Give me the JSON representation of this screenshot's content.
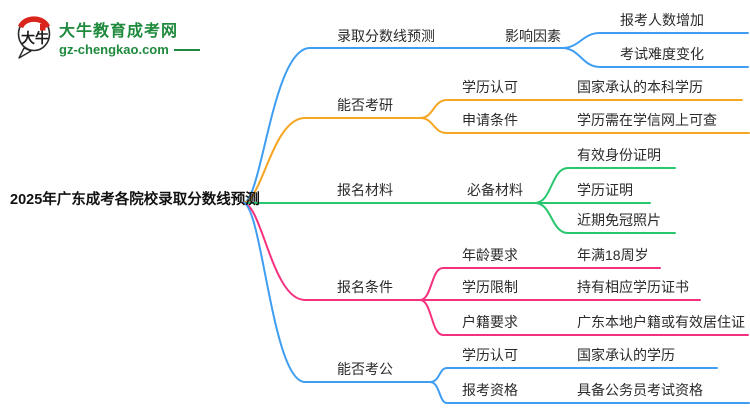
{
  "colors": {
    "c-blue": "#3f9ef2",
    "c-orange": "#f5a623",
    "c-green": "#28c76f",
    "c-pink": "#f5317f",
    "c-logo": "#1f8a3d"
  },
  "logo": {
    "icon_text": "大牛",
    "title": "大牛教育成考网",
    "domain": "gz-chengkao.com"
  },
  "mindmap": {
    "root": {
      "label": "2025年广东成考各院校录取分数线预测"
    },
    "branches": [
      {
        "label": "录取分数线预测",
        "color": "#3f9ef2",
        "children": [
          {
            "label": "影响因素",
            "children": [
              {
                "label": "报考人数增加"
              },
              {
                "label": "考试难度变化"
              }
            ]
          }
        ]
      },
      {
        "label": "能否考研",
        "color": "#f5a623",
        "children": [
          {
            "label": "学历认可",
            "children": [
              {
                "label": "国家承认的本科学历"
              }
            ]
          },
          {
            "label": "申请条件",
            "children": [
              {
                "label": "学历需在学信网上可查"
              }
            ]
          }
        ]
      },
      {
        "label": "报名材料",
        "color": "#28c76f",
        "children": [
          {
            "label": "必备材料",
            "children": [
              {
                "label": "有效身份证明"
              },
              {
                "label": "学历证明"
              },
              {
                "label": "近期免冠照片"
              }
            ]
          }
        ]
      },
      {
        "label": "报名条件",
        "color": "#f5317f",
        "children": [
          {
            "label": "年龄要求",
            "children": [
              {
                "label": "年满18周岁"
              }
            ]
          },
          {
            "label": "学历限制",
            "children": [
              {
                "label": "持有相应学历证书"
              }
            ]
          },
          {
            "label": "户籍要求",
            "children": [
              {
                "label": "广东本地户籍或有效居住证"
              }
            ]
          }
        ]
      },
      {
        "label": "能否考公",
        "color": "#3f9ef2",
        "children": [
          {
            "label": "学历认可",
            "children": [
              {
                "label": "国家承认的学历"
              }
            ]
          },
          {
            "label": "报考资格",
            "children": [
              {
                "label": "具备公务员考试资格"
              }
            ]
          }
        ]
      }
    ]
  }
}
